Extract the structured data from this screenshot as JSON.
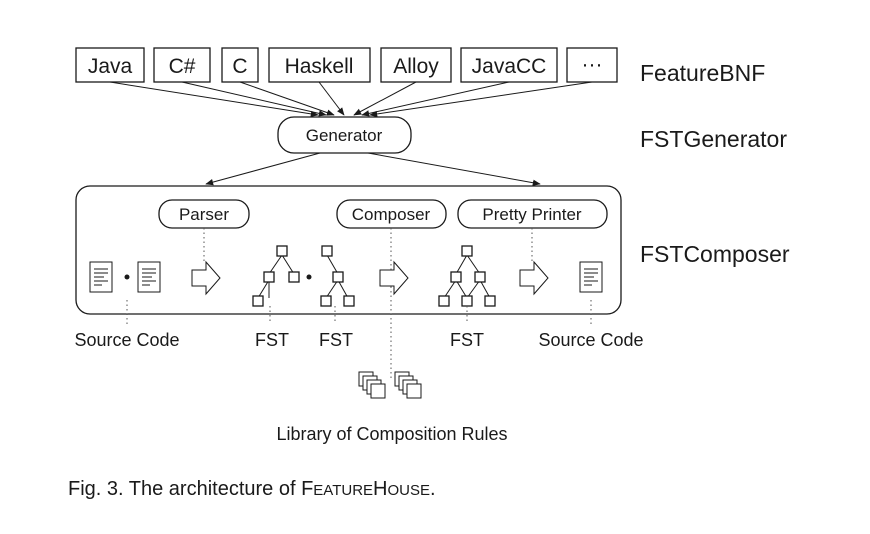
{
  "languages": [
    "Java",
    "C#",
    "C",
    "Haskell",
    "Alloy",
    "JavaCC",
    "···"
  ],
  "right_labels": {
    "feature_bnf": "FeatureBNF",
    "fst_generator": "FSTGenerator",
    "fst_composer": "FSTComposer"
  },
  "generator": "Generator",
  "tools": {
    "parser": "Parser",
    "composer": "Composer",
    "pretty_printer": "Pretty Printer"
  },
  "bottom_labels": {
    "source_code_left": "Source Code",
    "fst_1": "FST",
    "fst_2": "FST",
    "fst_3": "FST",
    "source_code_right": "Source Code"
  },
  "library": "Library of Composition Rules",
  "caption": {
    "prefix": "Fig. 3. The architecture of ",
    "f1": "F",
    "f2": "EATURE",
    "h1": "H",
    "h2": "OUSE",
    "suffix": "."
  }
}
